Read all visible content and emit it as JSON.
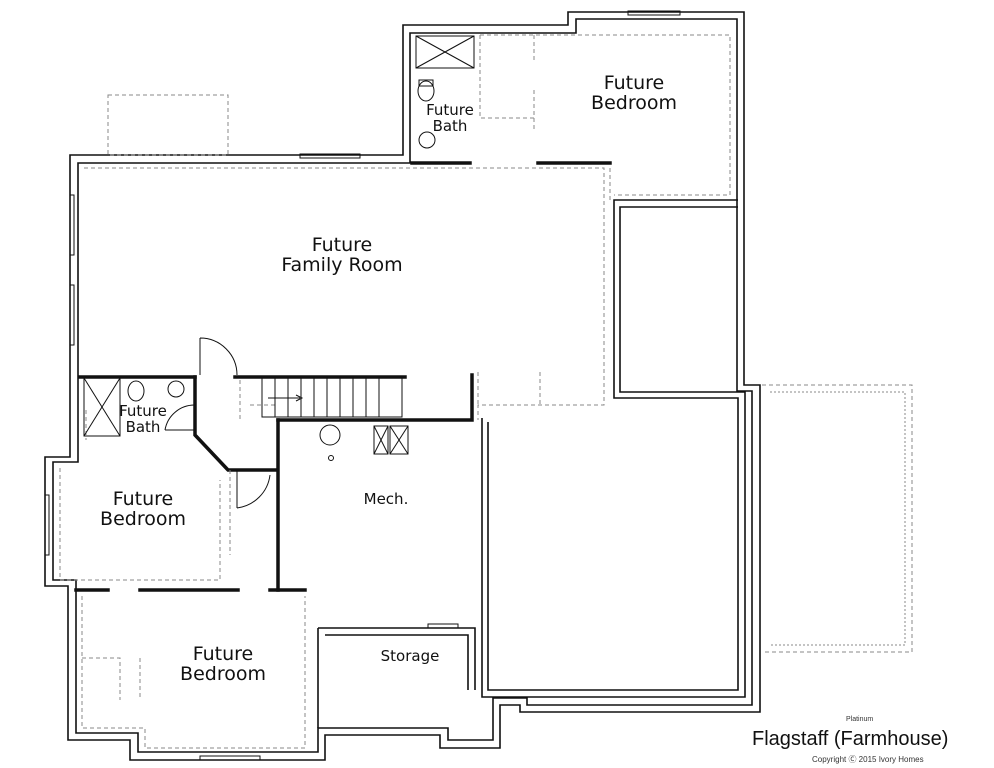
{
  "plan": {
    "rooms": {
      "bedroom_ne": [
        "Future",
        "Bedroom"
      ],
      "bath_ne": [
        "Future",
        "Bath"
      ],
      "family_room": [
        "Future",
        "Family Room"
      ],
      "bath_w": [
        "Future",
        "Bath"
      ],
      "bedroom_w": [
        "Future",
        "Bedroom"
      ],
      "bedroom_sw": [
        "Future",
        "Bedroom"
      ],
      "mech": "Mech.",
      "storage": "Storage"
    },
    "title": "Flagstaff (Farmhouse)",
    "subtitle": "Platinum",
    "copyright": "Copyright Ⓒ 2015 Ivory Homes"
  },
  "colors": {
    "wall": "#111111",
    "dashed": "#888888"
  }
}
